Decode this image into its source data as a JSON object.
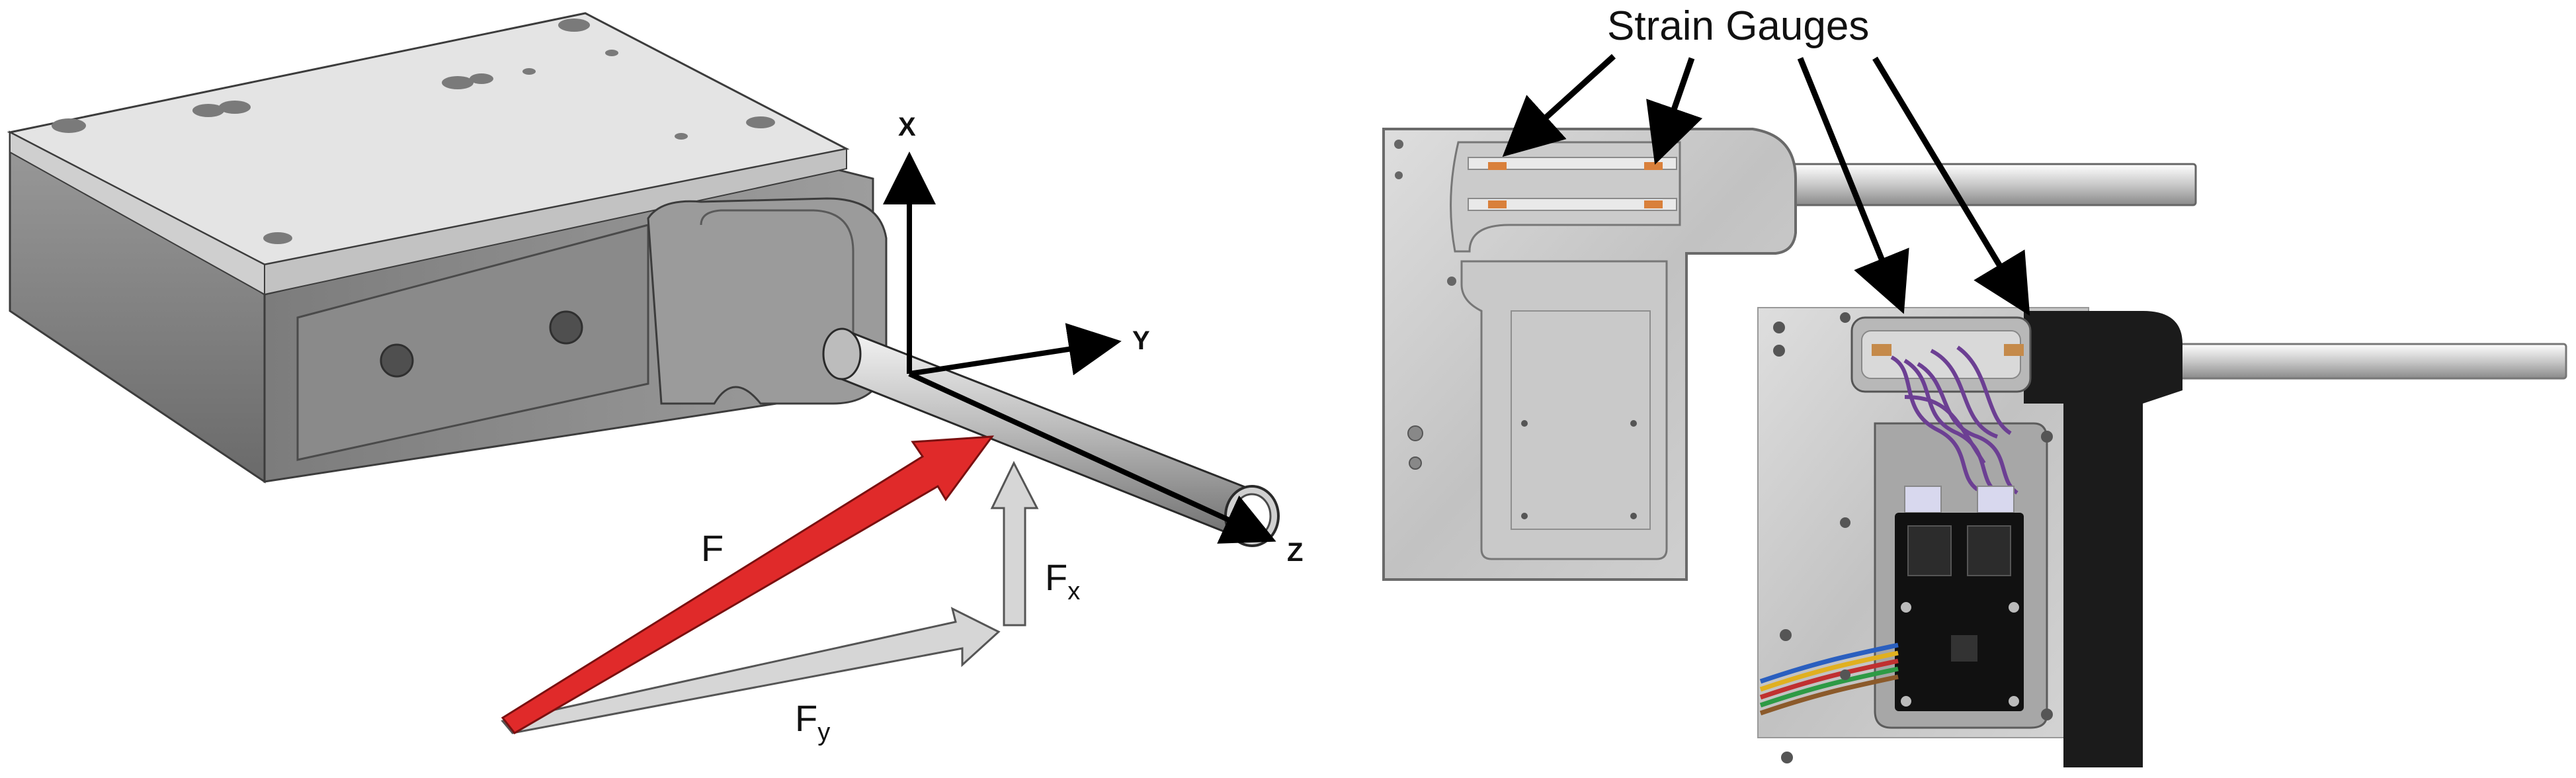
{
  "left_figure": {
    "axes": {
      "x": "X",
      "y": "Y",
      "z": "Z"
    },
    "force": {
      "main": "F",
      "x_base": "F",
      "x_sub": "x",
      "y_base": "F",
      "y_sub": "y"
    }
  },
  "right_figure": {
    "callout": "Strain Gauges"
  },
  "colors": {
    "force_red": "#e02a2a",
    "component_gray": "#d6d6d6",
    "cad_body": "#8e8e8e",
    "cad_top": "#e2e2e2",
    "black_housing": "#1b1b1b",
    "pcb": "#111111",
    "wires_purple": "#6c3f93",
    "strain_gauge": "#d9803b"
  }
}
